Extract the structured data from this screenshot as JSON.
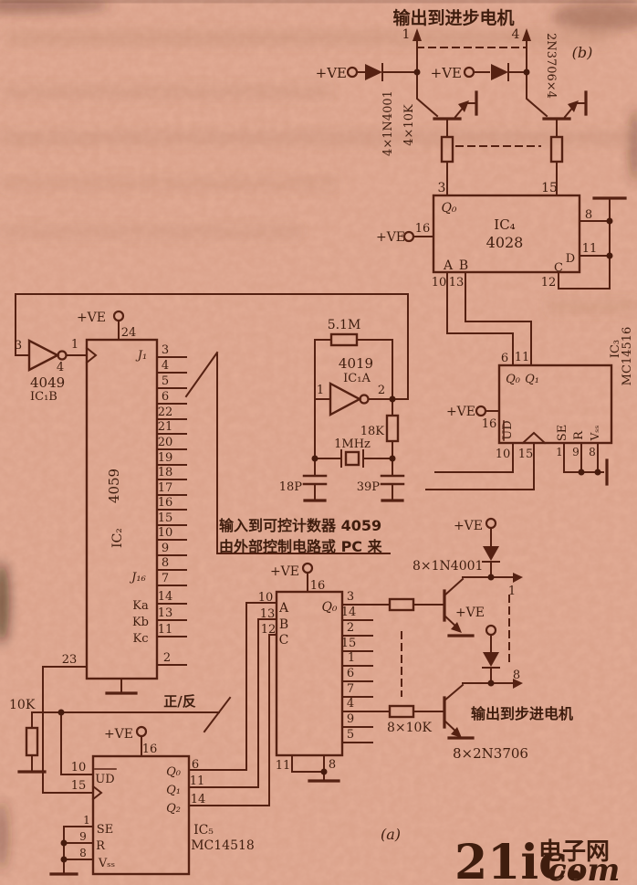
{
  "vcc": "+VE",
  "top": {
    "title": "输出到进步电机",
    "tag": "(b)",
    "phase1": "1",
    "phase4": "4",
    "diodes": "4×1N4001",
    "resistors": "4×10K",
    "transistors": "2N3706×4"
  },
  "ic4": {
    "ref": "IC₄",
    "part": "4028",
    "q0": "Q₀",
    "in_a": "A",
    "in_b": "B",
    "in_c": "C",
    "in_d": "D",
    "p3": "3",
    "p15": "15",
    "p16": "16",
    "p8": "8",
    "p11": "11",
    "p12": "12",
    "p10": "10",
    "p13": "13"
  },
  "ic3": {
    "ref": "IC₃",
    "part": "MC14516",
    "q0": "Q₀",
    "q1": "Q₁",
    "ud": "UD",
    "se": "SE",
    "r": "R",
    "vss": "Vₛₛ",
    "p6": "6",
    "p11": "11",
    "p16": "16",
    "p10": "10",
    "p15": "15",
    "p1": "1",
    "p9": "9",
    "p8": "8"
  },
  "inv": {
    "part": "4049",
    "ref": "IC₁B",
    "p3": "3",
    "p1": "1",
    "p4": "4"
  },
  "osc": {
    "part": "4019",
    "ref": "IC₁A",
    "p1": "1",
    "p2": "2",
    "rf": "5.1M",
    "rs": "18K",
    "xtal": "1MHz",
    "c1": "18P",
    "c2": "39P"
  },
  "ic2": {
    "part": "4059",
    "ref": "IC₂",
    "j1": "J₁",
    "j16": "J₁₆",
    "p24": "24",
    "p23": "23",
    "p2": "2",
    "jpins": [
      "3",
      "4",
      "5",
      "6",
      "22",
      "21",
      "20",
      "19",
      "18",
      "17",
      "16",
      "15",
      "10",
      "9",
      "8",
      "7"
    ],
    "ka": "Ka",
    "kb": "Kb",
    "kc": "Kc",
    "pka": "14",
    "pkb": "13",
    "pkc": "11"
  },
  "note": {
    "line1": "输入到可控计数器 4059",
    "line2": "由外部控制电路或 PC 来"
  },
  "dir_label": "正/反",
  "r_pull": "10K",
  "ic5": {
    "ref": "IC₅",
    "part": "MC14518",
    "ud": "UD",
    "se": "SE",
    "r": "R",
    "vss": "Vₛₛ",
    "q0": "Q₀",
    "q1": "Q₁",
    "q2": "Q₂",
    "p16": "16",
    "p10": "10",
    "p15": "15",
    "p6": "6",
    "p11": "11",
    "p14": "14",
    "p1": "1",
    "p9": "9",
    "p8": "8"
  },
  "ica": {
    "q0": "Q₀",
    "in_a": "A",
    "in_b": "B",
    "in_c": "C",
    "p16": "16",
    "p10": "10",
    "p13": "13",
    "p12": "12",
    "p11": "11",
    "p8": "8",
    "qpins": [
      "3",
      "14",
      "2",
      "15",
      "1",
      "6",
      "7",
      "4",
      "9",
      "5"
    ]
  },
  "out": {
    "diodes": "8×1N4001",
    "resistors": "8×10K",
    "transistors": "8×2N3706",
    "motor": "输出到步进电机",
    "phase1": "1",
    "phase8": "8",
    "tag": "(a)"
  },
  "watermark": {
    "num": "21ic.",
    "cn": "电子网",
    "com": "com"
  }
}
